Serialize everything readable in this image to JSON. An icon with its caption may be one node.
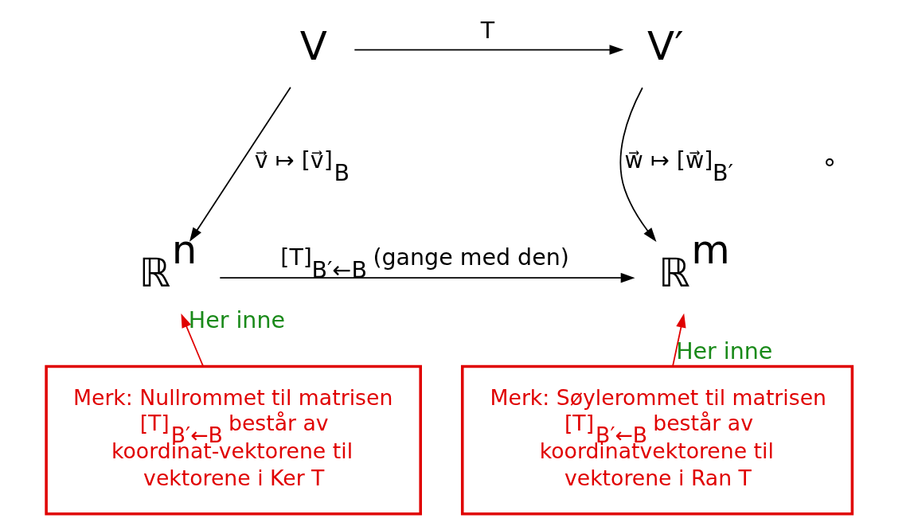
{
  "diagram": {
    "nodes": [
      {
        "text": [
          "V"
        ]
      },
      {
        "text": [
          "V′"
        ]
      },
      {
        "text": [
          "ℝ$^{n}$"
        ]
      },
      {
        "text": [
          "ℝ$^{m}$"
        ]
      },
      {
        "text": [
          "Merk: Nullrommet til matrisen [T]$_{B′←B}$ består av koordinat-vektorene til vektorene i Ker T"
        ]
      },
      {
        "text": [
          "Merk: Søylerommet til matrisen [T]$_{B′←B}$ består av koordinatvektorene til vektorene i Ran T"
        ]
      }
    ],
    "edges": [
      {
        "from": 0,
        "to": 1,
        "arrow": "to",
        "label": "T"
      },
      {
        "from": 0,
        "to": 2,
        "arrow": "to",
        "label": "v⃗ ↦ [v⃗]$_{B}$"
      },
      {
        "from": 1,
        "to": 3,
        "arrow": "to",
        "label": "w⃗ ↦ [w⃗]$_{B′}$"
      },
      {
        "from": 2,
        "to": 3,
        "arrow": "to",
        "label": "[T]$_{B′←B}$ (gange med den)"
      },
      {
        "from": 4,
        "to": 2,
        "arrow": "to",
        "label": "Her inne",
        "color": "#e00000"
      },
      {
        "from": 5,
        "to": 3,
        "arrow": "to",
        "label": "Her inne",
        "color": "#e00000"
      }
    ],
    "labels": [
      "∘"
    ]
  }
}
